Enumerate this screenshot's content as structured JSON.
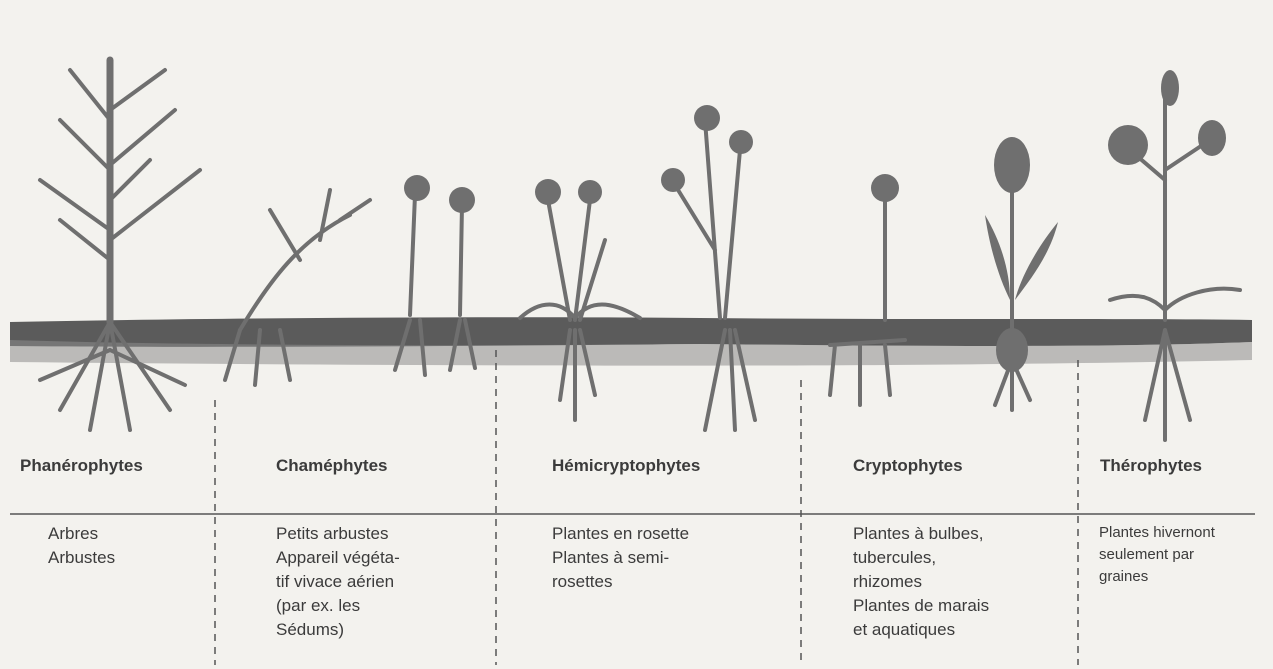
{
  "categories": [
    {
      "id": "phanerophytes",
      "label": "Phanérophytes",
      "lines": [
        "Arbres",
        "Arbustes"
      ]
    },
    {
      "id": "chamephytes",
      "label": "Chaméphytes",
      "lines": [
        "Petits arbustes",
        "Appareil végéta-",
        "tif vivace aérien",
        "(par ex. les",
        "Sédums)"
      ]
    },
    {
      "id": "hemicryptophytes",
      "label": "Hémicryptophytes",
      "lines": [
        "Plantes en rosette",
        "Plantes à semi-",
        "rosettes"
      ]
    },
    {
      "id": "cryptophytes",
      "label": "Cryptophytes",
      "lines": [
        "Plantes à bulbes,",
        "tubercules,",
        "rhizomes",
        "Plantes de marais",
        "et aquatiques"
      ]
    },
    {
      "id": "therophytes",
      "label": "Thérophytes",
      "lines": [
        "Plantes hivernont",
        "seulement par",
        "graines"
      ]
    }
  ],
  "colors": {
    "plant": "#6f6f6f",
    "plant_dark": "#4e4e4e",
    "soil": "#5a5a5a",
    "line": "#555555",
    "background": "#f3f2ee"
  }
}
